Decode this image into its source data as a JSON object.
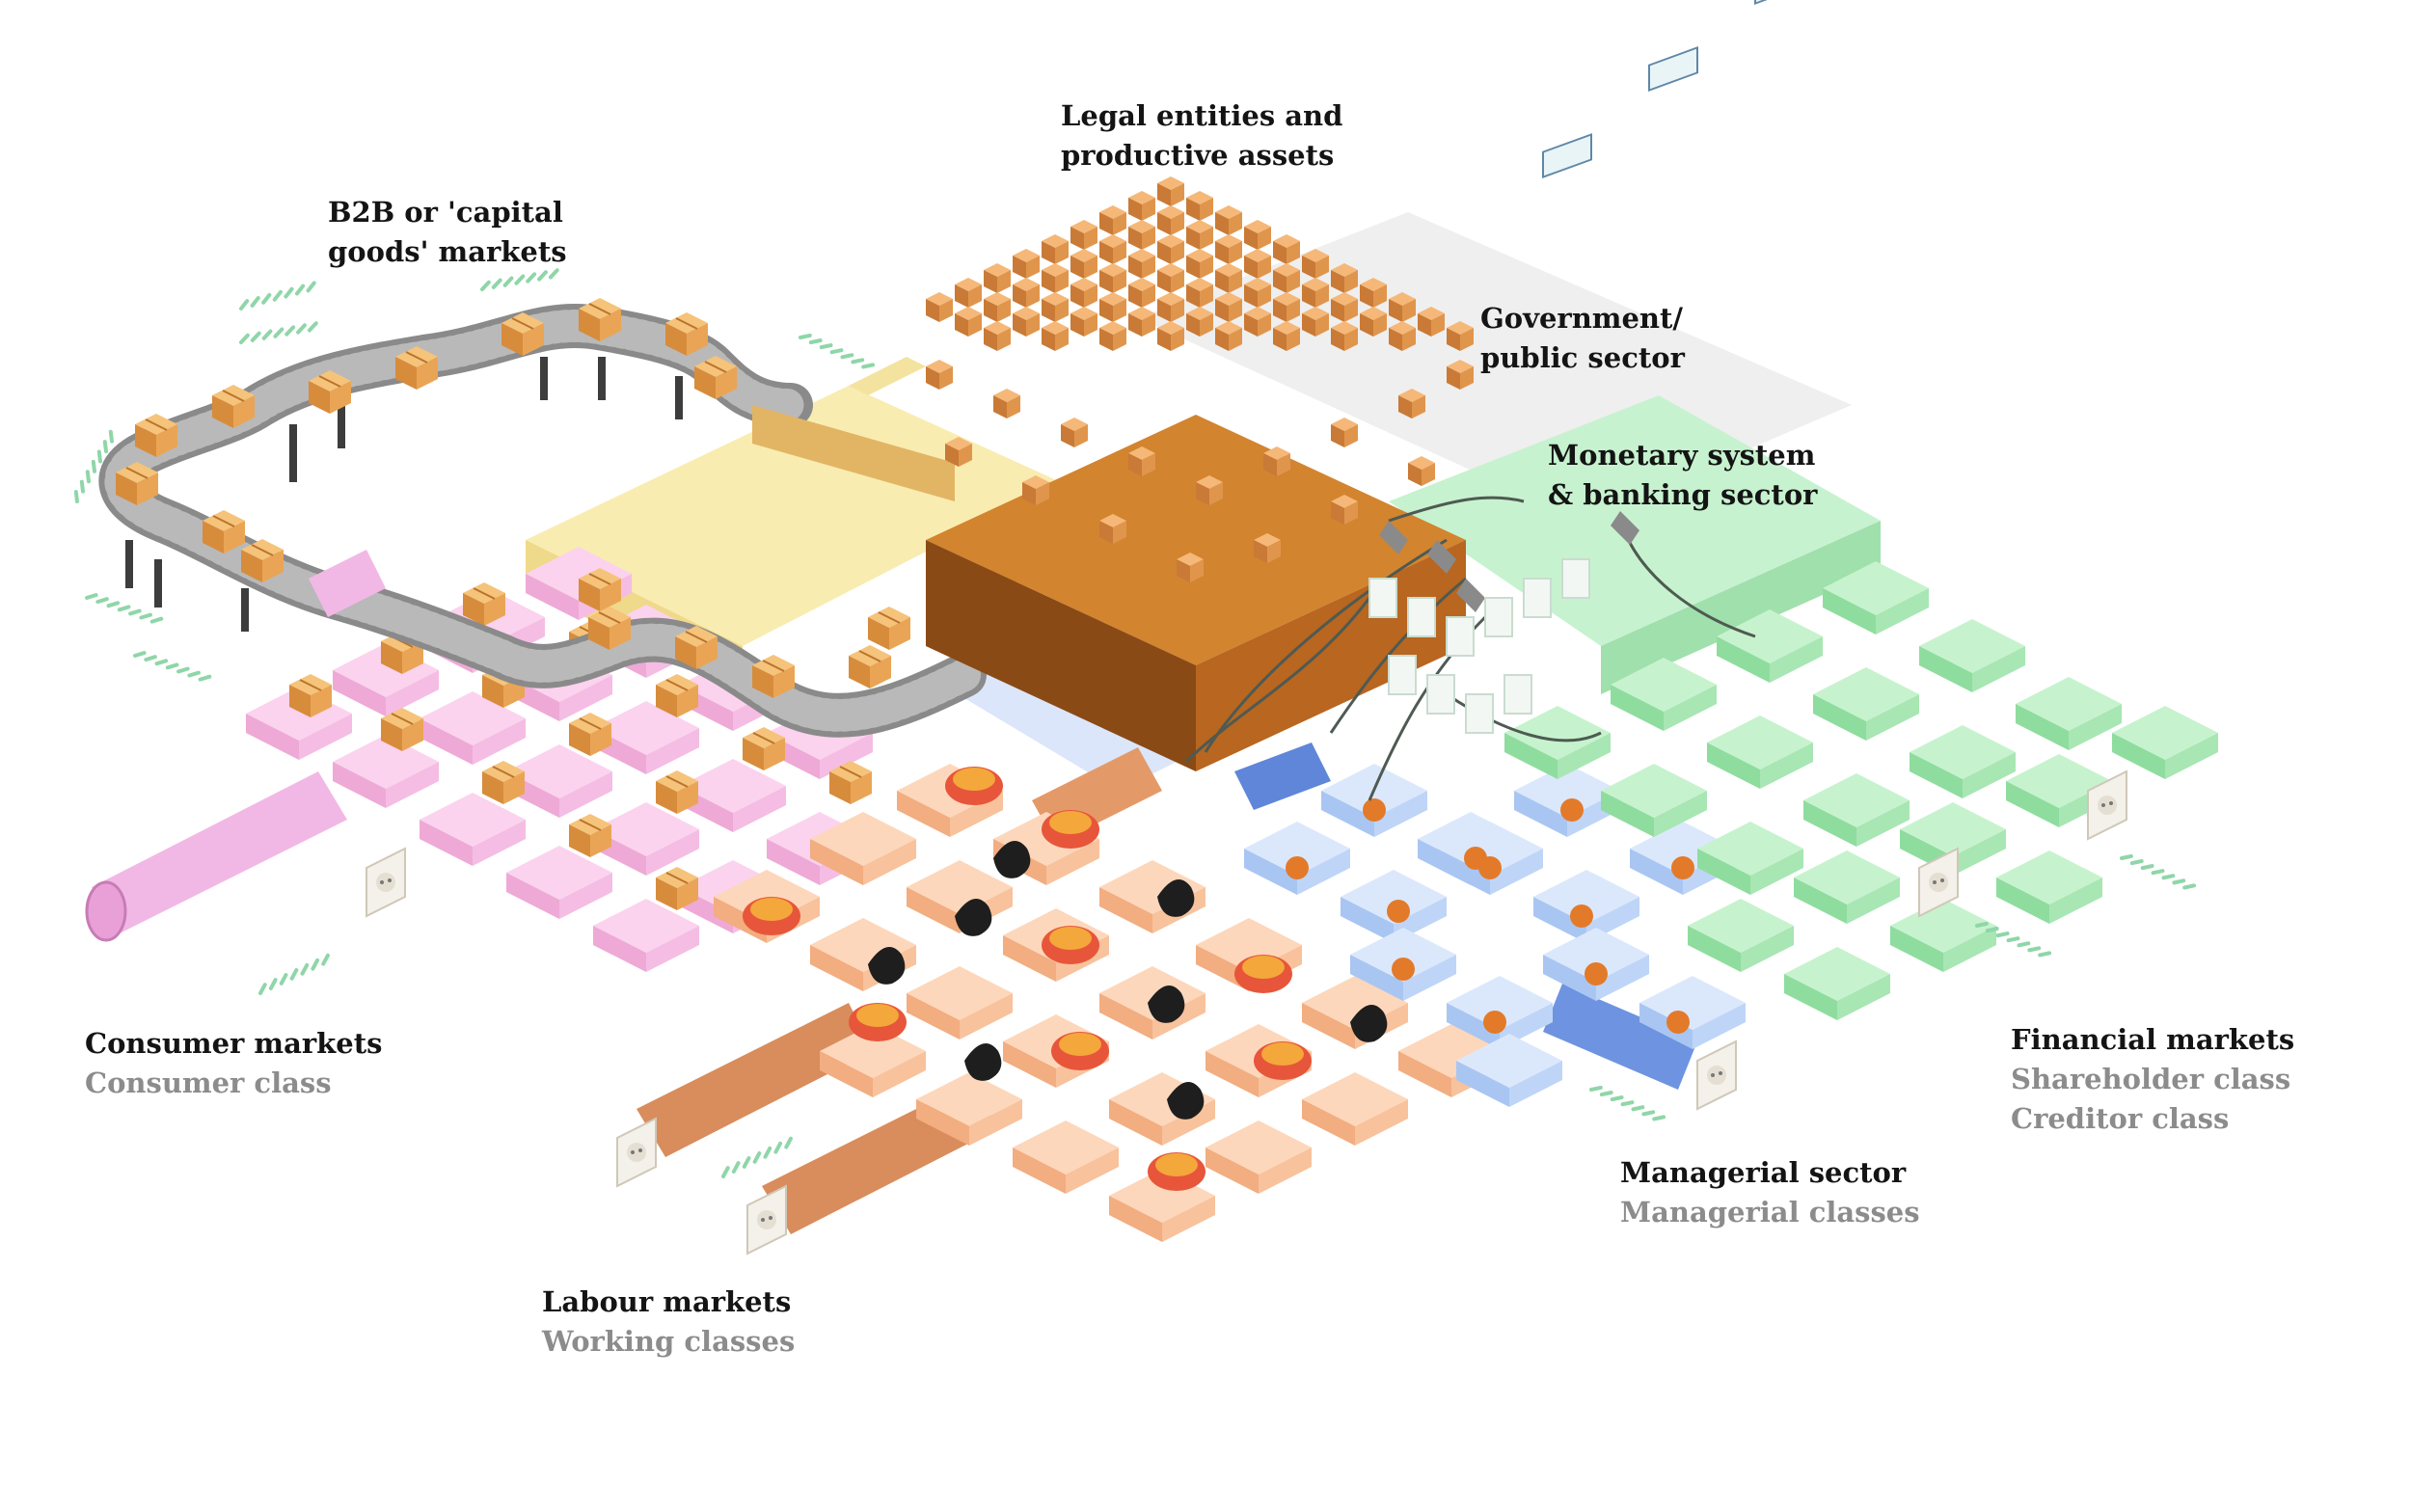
{
  "labels": {
    "legal_entities": [
      "Legal entities and",
      "productive assets"
    ],
    "b2b": [
      "B2B or 'capital",
      "goods' markets"
    ],
    "government": [
      "Government/",
      "public sector"
    ],
    "monetary": [
      "Monetary system",
      "& banking sector"
    ],
    "consumer": {
      "title": "Consumer markets",
      "sub": "Consumer class"
    },
    "financial": {
      "title": "Financial markets",
      "sub1": "Shareholder class",
      "sub2": "Creditor class"
    },
    "managerial": {
      "title": "Managerial sector",
      "sub": "Managerial classes"
    },
    "labour": {
      "title": "Labour markets",
      "sub": "Working classes"
    }
  },
  "colors": {
    "consumer": "#f9c3e6",
    "labour": "#fbc9a6",
    "managerial": "#c9ddfb",
    "financial": "#b7eec0",
    "b2b_platform": "#f8eaa6",
    "government": "#ececec",
    "box": "#e8a04c",
    "arrows_green": "#9ad9b0",
    "arrows_yellow": "#d8d07a"
  },
  "icons": [
    "cardboard-box-icon",
    "conveyor-belt-icon",
    "muscle-arm-icon",
    "brain-icon",
    "office-chair-icon",
    "certificate-icon",
    "power-socket-icon",
    "jumper-cable-icon",
    "chevron-arrow-icon",
    "pipe-icon"
  ]
}
